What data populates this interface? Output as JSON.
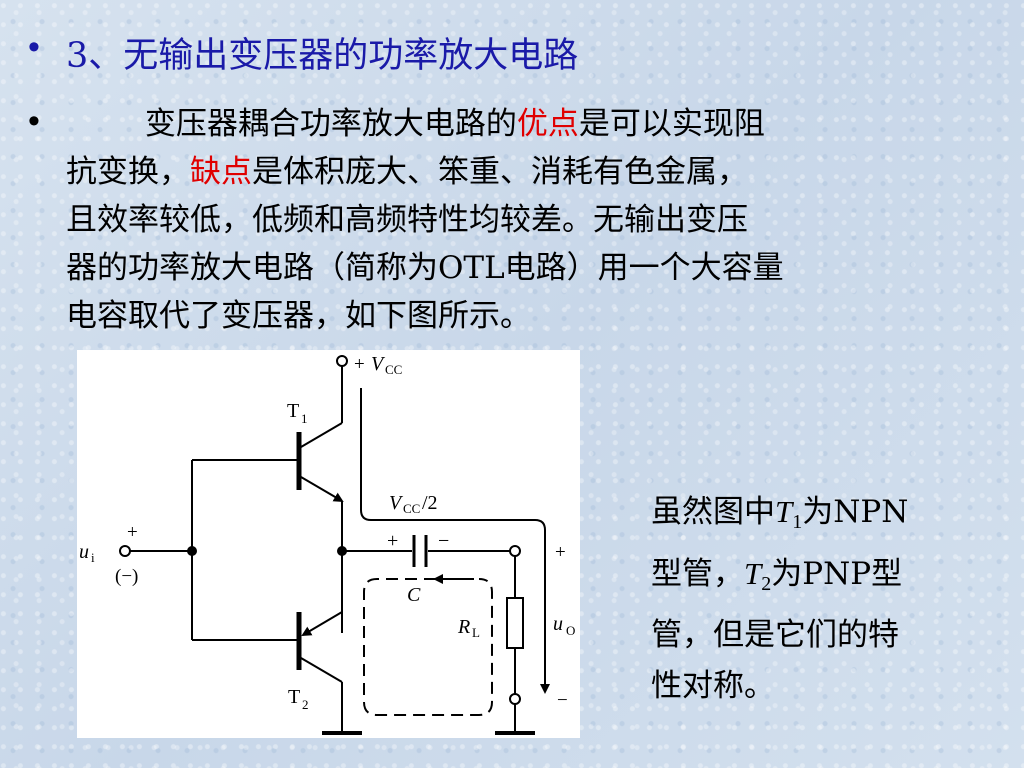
{
  "title": {
    "bullet": "•",
    "text": "3、无输出变压器的功率放大电路"
  },
  "body": {
    "bullet": "•",
    "indent": "        ",
    "seg1": "变压器耦合功率放大电路的",
    "advantage": "优点",
    "seg2": "是可以实现阻",
    "line2_a": "抗变换，",
    "disadvantage": "缺点",
    "line2_b": "是体积庞大、笨重、消耗有色金属，",
    "line3": "且效率较低，低频和高频特性均较差。无输出变压",
    "line4": "器的功率放大电路（简称为OTL电路）用一个大容量",
    "line5": "电容取代了变压器，如下图所示。"
  },
  "circuit": {
    "vcc_plus": "+",
    "vcc_label": "V",
    "vcc_sub": "CC",
    "t1_label": "T",
    "t1_sub": "1",
    "t2_label": "T",
    "t2_sub": "2",
    "mid_label": "V",
    "mid_sub": "CC",
    "mid_suffix": "/2",
    "cap_plus": "+",
    "cap_minus": "−",
    "cap_label": "C",
    "ui_label": "u",
    "ui_sub": "i",
    "ui_plus": "+",
    "ui_paren": "(−)",
    "out_plus": "+",
    "out_minus": "−",
    "rl_label": "R",
    "rl_sub": "L",
    "uo_label": "u",
    "uo_sub": "O"
  },
  "note": {
    "p1": "虽然图中",
    "t1": "T",
    "t1_sub": "1",
    "p2": "为NPN",
    "p3": "型管，",
    "t2": "T",
    "t2_sub": "2",
    "p4": "为PNP型",
    "p5": "管，但是它们的特",
    "p6": "性对称。"
  },
  "colors": {
    "title": "#1a1aa8",
    "highlight": "#e00000",
    "background": "#cfdceb"
  }
}
